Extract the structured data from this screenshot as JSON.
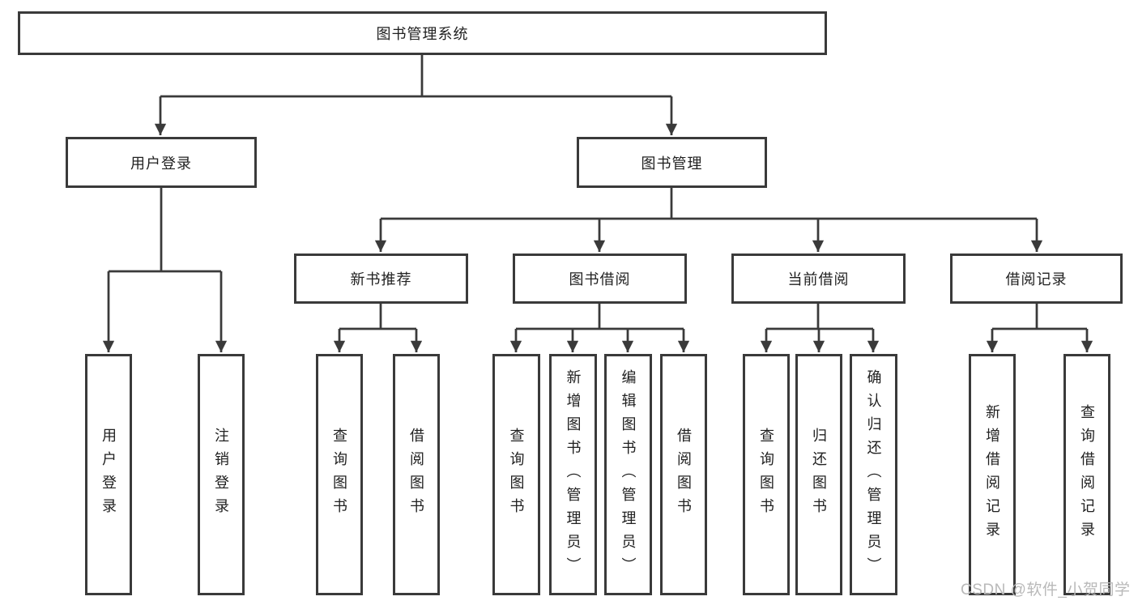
{
  "diagram": {
    "root": {
      "label": "图书管理系统"
    },
    "level2": [
      {
        "label": "用户登录",
        "children": [
          {
            "label": "用户登录"
          },
          {
            "label": "注销登录"
          }
        ]
      },
      {
        "label": "图书管理",
        "groups": [
          {
            "label": "新书推荐",
            "children": [
              {
                "label": "查询图书"
              },
              {
                "label": "借阅图书"
              }
            ]
          },
          {
            "label": "图书借阅",
            "children": [
              {
                "label": "查询图书"
              },
              {
                "label": "新增图书（管理员）"
              },
              {
                "label": "编辑图书（管理员）"
              },
              {
                "label": "借阅图书"
              }
            ]
          },
          {
            "label": "当前借阅",
            "children": [
              {
                "label": "查询图书"
              },
              {
                "label": "归还图书"
              },
              {
                "label": "确认归还（管理员）"
              }
            ]
          },
          {
            "label": "借阅记录",
            "children": [
              {
                "label": "新增借阅记录"
              },
              {
                "label": "查询借阅记录"
              }
            ]
          }
        ]
      }
    ]
  },
  "watermark": {
    "text": "CSDN @软件_小贺同学"
  },
  "colors": {
    "line": "#3a3a3a",
    "text": "#212121",
    "background": "#ffffff",
    "watermark": "#b9b9b9"
  }
}
